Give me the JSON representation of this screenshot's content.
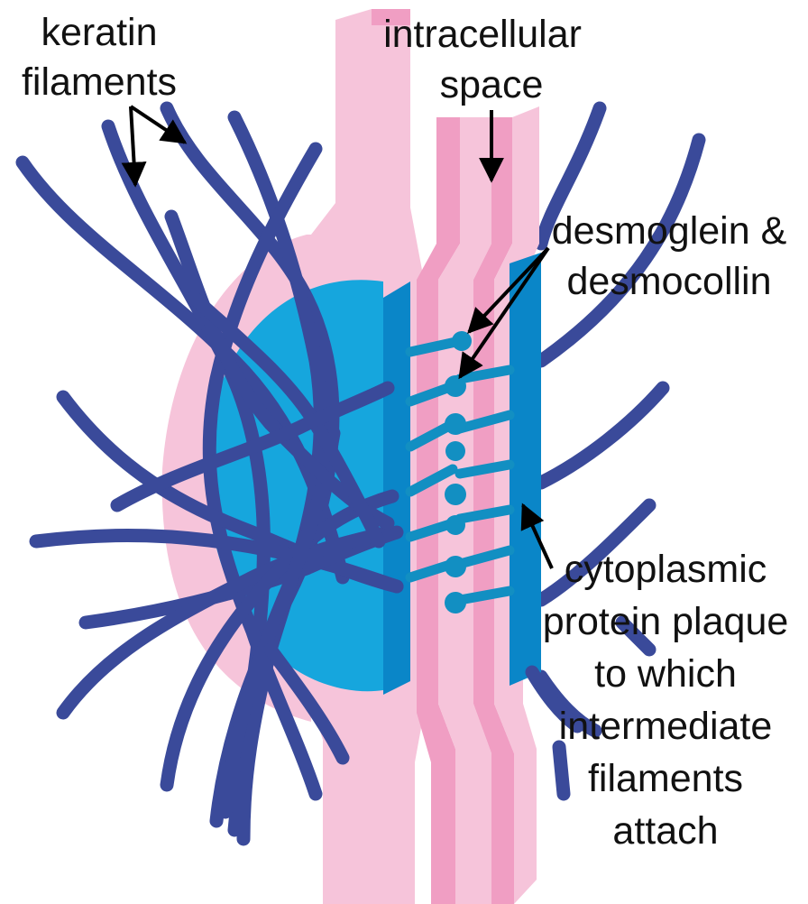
{
  "labels": {
    "keratin_1": "keratin",
    "keratin_2": "filaments",
    "intracellular_1": "intracellular",
    "intracellular_2": "space",
    "desmo_1": "desmoglein &",
    "desmo_2": "desmocollin",
    "plaque_1": "cytoplasmic",
    "plaque_2": "protein plaque",
    "plaque_3": "to which",
    "plaque_4": "intermediate",
    "plaque_5": "filaments",
    "plaque_6": "attach"
  },
  "colors": {
    "membrane_light": "#F6C4DA",
    "membrane_mid": "#F09EC3",
    "plaque_blue": "#16A6DD",
    "plaque_dark": "#0A86C8",
    "cadherin": "#128FC2",
    "filament": "#3A4A9A",
    "arrow": "#000000"
  }
}
